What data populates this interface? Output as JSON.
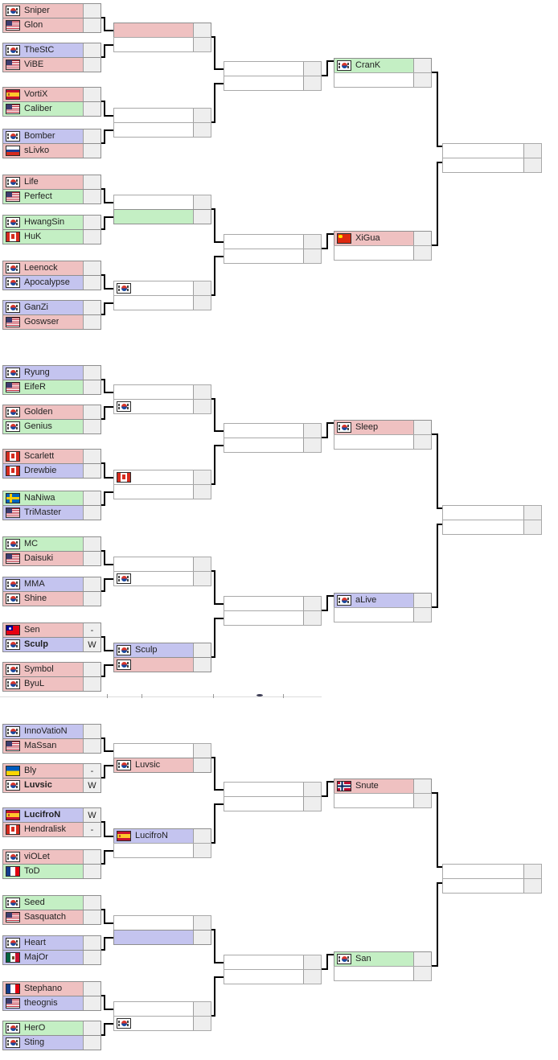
{
  "page": {
    "title": "SC2 single-elimination tournament bracket, three groups"
  },
  "colors": {
    "zerg_pink": "#efc1c1",
    "terran_purple": "#c4c4ef",
    "protoss_green": "#c4efc4",
    "empty_white": "#ffffff",
    "score_bg": "#eeeeee",
    "box_border": "#9a9a9a",
    "connector": "#000000"
  },
  "flag_legend": {
    "kr": "South Korea",
    "us": "USA",
    "es": "Spain",
    "ru": "Russia",
    "ca": "Canada",
    "se": "Sweden",
    "tw": "Taiwan",
    "ua": "Ukraine",
    "fr": "France",
    "mx": "Mexico",
    "cn": "China",
    "no": "Norway"
  },
  "sections": [
    {
      "r1": [
        {
          "top": {
            "name": "Sniper",
            "flag": "kr",
            "bg": "pink",
            "score": ""
          },
          "bottom": {
            "name": "Glon",
            "flag": "us",
            "bg": "pink",
            "score": ""
          }
        },
        {
          "top": {
            "name": "TheStC",
            "flag": "kr",
            "bg": "purple",
            "score": ""
          },
          "bottom": {
            "name": "ViBE",
            "flag": "us",
            "bg": "pink",
            "score": ""
          }
        },
        {
          "top": {
            "name": "VortiX",
            "flag": "es",
            "bg": "pink",
            "score": ""
          },
          "bottom": {
            "name": "Caliber",
            "flag": "us",
            "bg": "green",
            "score": ""
          }
        },
        {
          "top": {
            "name": "Bomber",
            "flag": "kr",
            "bg": "purple",
            "score": ""
          },
          "bottom": {
            "name": "sLivko",
            "flag": "ru",
            "bg": "pink",
            "score": ""
          }
        },
        {
          "top": {
            "name": "Life",
            "flag": "kr",
            "bg": "pink",
            "score": ""
          },
          "bottom": {
            "name": "Perfect",
            "flag": "us",
            "bg": "green",
            "score": ""
          }
        },
        {
          "top": {
            "name": "HwangSin",
            "flag": "kr",
            "bg": "green",
            "score": ""
          },
          "bottom": {
            "name": "HuK",
            "flag": "ca",
            "bg": "green",
            "score": ""
          }
        },
        {
          "top": {
            "name": "Leenock",
            "flag": "kr",
            "bg": "pink",
            "score": ""
          },
          "bottom": {
            "name": "Apocalypse",
            "flag": "kr",
            "bg": "purple",
            "score": ""
          }
        },
        {
          "top": {
            "name": "GanZi",
            "flag": "kr",
            "bg": "purple",
            "score": ""
          },
          "bottom": {
            "name": "Goswser",
            "flag": "us",
            "bg": "pink",
            "score": ""
          }
        }
      ],
      "r2": [
        {
          "top": {
            "name": "",
            "flag": "",
            "bg": "pink",
            "score": ""
          },
          "bottom": {
            "name": "",
            "flag": "",
            "bg": "white",
            "score": ""
          }
        },
        {
          "top": {
            "name": "",
            "flag": "",
            "bg": "white",
            "score": ""
          },
          "bottom": {
            "name": "",
            "flag": "",
            "bg": "white",
            "score": ""
          }
        },
        {
          "top": {
            "name": "",
            "flag": "",
            "bg": "white",
            "score": ""
          },
          "bottom": {
            "name": "",
            "flag": "",
            "bg": "green",
            "score": ""
          }
        },
        {
          "top": {
            "name": "",
            "flag": "kr",
            "bg": "white",
            "score": ""
          },
          "bottom": {
            "name": "",
            "flag": "",
            "bg": "white",
            "score": ""
          }
        }
      ],
      "r3": [
        {
          "top": {
            "name": "",
            "flag": "",
            "bg": "white",
            "score": ""
          },
          "bottom": {
            "name": "",
            "flag": "",
            "bg": "white",
            "score": ""
          }
        },
        {
          "top": {
            "name": "",
            "flag": "",
            "bg": "white",
            "score": ""
          },
          "bottom": {
            "name": "",
            "flag": "",
            "bg": "white",
            "score": ""
          }
        }
      ],
      "r4": [
        {
          "top": {
            "name": "CranK",
            "flag": "kr",
            "bg": "green",
            "score": ""
          },
          "bottom": {
            "name": "",
            "flag": "",
            "bg": "white",
            "score": ""
          }
        },
        {
          "top": {
            "name": "XiGua",
            "flag": "cn",
            "bg": "pink",
            "score": ""
          },
          "bottom": {
            "name": "",
            "flag": "",
            "bg": "white",
            "score": ""
          }
        }
      ],
      "final": [
        {
          "top": {
            "name": "",
            "flag": "",
            "bg": "white",
            "score": ""
          },
          "bottom": {
            "name": "",
            "flag": "",
            "bg": "white",
            "score": ""
          }
        }
      ]
    },
    {
      "r1": [
        {
          "top": {
            "name": "Ryung",
            "flag": "kr",
            "bg": "purple",
            "score": ""
          },
          "bottom": {
            "name": "EifeR",
            "flag": "us",
            "bg": "green",
            "score": ""
          }
        },
        {
          "top": {
            "name": "Golden",
            "flag": "kr",
            "bg": "pink",
            "score": ""
          },
          "bottom": {
            "name": "Genius",
            "flag": "kr",
            "bg": "green",
            "score": ""
          }
        },
        {
          "top": {
            "name": "Scarlett",
            "flag": "ca",
            "bg": "pink",
            "score": ""
          },
          "bottom": {
            "name": "Drewbie",
            "flag": "ca",
            "bg": "purple",
            "score": ""
          }
        },
        {
          "top": {
            "name": "NaNiwa",
            "flag": "se",
            "bg": "green",
            "score": ""
          },
          "bottom": {
            "name": "TriMaster",
            "flag": "us",
            "bg": "purple",
            "score": ""
          }
        },
        {
          "top": {
            "name": "MC",
            "flag": "kr",
            "bg": "green",
            "score": ""
          },
          "bottom": {
            "name": "Daisuki",
            "flag": "us",
            "bg": "pink",
            "score": ""
          }
        },
        {
          "top": {
            "name": "MMA",
            "flag": "kr",
            "bg": "purple",
            "score": ""
          },
          "bottom": {
            "name": "Shine",
            "flag": "kr",
            "bg": "pink",
            "score": ""
          }
        },
        {
          "top": {
            "name": "Sen",
            "flag": "tw",
            "bg": "pink",
            "score": "-"
          },
          "bottom": {
            "name": "Sculp",
            "flag": "kr",
            "bg": "purple",
            "score": "W",
            "bold": true
          }
        },
        {
          "top": {
            "name": "Symbol",
            "flag": "kr",
            "bg": "pink",
            "score": ""
          },
          "bottom": {
            "name": "ByuL",
            "flag": "kr",
            "bg": "pink",
            "score": ""
          }
        }
      ],
      "r2": [
        {
          "top": {
            "name": "",
            "flag": "",
            "bg": "white",
            "score": ""
          },
          "bottom": {
            "name": "",
            "flag": "kr",
            "bg": "white",
            "score": ""
          }
        },
        {
          "top": {
            "name": "",
            "flag": "ca",
            "bg": "white",
            "score": ""
          },
          "bottom": {
            "name": "",
            "flag": "",
            "bg": "white",
            "score": ""
          }
        },
        {
          "top": {
            "name": "",
            "flag": "",
            "bg": "white",
            "score": ""
          },
          "bottom": {
            "name": "",
            "flag": "kr",
            "bg": "white",
            "score": ""
          }
        },
        {
          "top": {
            "name": "Sculp",
            "flag": "kr",
            "bg": "purple",
            "score": ""
          },
          "bottom": {
            "name": "",
            "flag": "kr",
            "bg": "pink",
            "score": ""
          }
        }
      ],
      "r3": [
        {
          "top": {
            "name": "",
            "flag": "",
            "bg": "white",
            "score": ""
          },
          "bottom": {
            "name": "",
            "flag": "",
            "bg": "white",
            "score": ""
          }
        },
        {
          "top": {
            "name": "",
            "flag": "",
            "bg": "white",
            "score": ""
          },
          "bottom": {
            "name": "",
            "flag": "",
            "bg": "white",
            "score": ""
          }
        }
      ],
      "r4": [
        {
          "top": {
            "name": "Sleep",
            "flag": "kr",
            "bg": "pink",
            "score": ""
          },
          "bottom": {
            "name": "",
            "flag": "",
            "bg": "white",
            "score": ""
          }
        },
        {
          "top": {
            "name": "aLive",
            "flag": "kr",
            "bg": "purple",
            "score": ""
          },
          "bottom": {
            "name": "",
            "flag": "",
            "bg": "white",
            "score": ""
          }
        }
      ],
      "final": [
        {
          "top": {
            "name": "",
            "flag": "",
            "bg": "white",
            "score": ""
          },
          "bottom": {
            "name": "",
            "flag": "",
            "bg": "white",
            "score": ""
          }
        }
      ]
    },
    {
      "r1": [
        {
          "top": {
            "name": "InnoVatioN",
            "flag": "kr",
            "bg": "purple",
            "score": ""
          },
          "bottom": {
            "name": "MaSsan",
            "flag": "us",
            "bg": "pink",
            "score": ""
          }
        },
        {
          "top": {
            "name": "Bly",
            "flag": "ua",
            "bg": "pink",
            "score": "-"
          },
          "bottom": {
            "name": "Luvsic",
            "flag": "kr",
            "bg": "pink",
            "score": "W",
            "bold": true
          }
        },
        {
          "top": {
            "name": "LucifroN",
            "flag": "es",
            "bg": "purple",
            "score": "W",
            "bold": true
          },
          "bottom": {
            "name": "Hendralisk",
            "flag": "ca",
            "bg": "pink",
            "score": "-"
          }
        },
        {
          "top": {
            "name": "viOLet",
            "flag": "kr",
            "bg": "pink",
            "score": ""
          },
          "bottom": {
            "name": "ToD",
            "flag": "fr",
            "bg": "green",
            "score": ""
          }
        },
        {
          "top": {
            "name": "Seed",
            "flag": "kr",
            "bg": "green",
            "score": ""
          },
          "bottom": {
            "name": "Sasquatch",
            "flag": "us",
            "bg": "pink",
            "score": ""
          }
        },
        {
          "top": {
            "name": "Heart",
            "flag": "kr",
            "bg": "purple",
            "score": ""
          },
          "bottom": {
            "name": "MajOr",
            "flag": "mx",
            "bg": "purple",
            "score": ""
          }
        },
        {
          "top": {
            "name": "Stephano",
            "flag": "fr",
            "bg": "pink",
            "score": ""
          },
          "bottom": {
            "name": "theognis",
            "flag": "us",
            "bg": "purple",
            "score": ""
          }
        },
        {
          "top": {
            "name": "HerO",
            "flag": "kr",
            "bg": "green",
            "score": ""
          },
          "bottom": {
            "name": "Sting",
            "flag": "kr",
            "bg": "purple",
            "score": ""
          }
        }
      ],
      "r2": [
        {
          "top": {
            "name": "",
            "flag": "",
            "bg": "white",
            "score": ""
          },
          "bottom": {
            "name": "Luvsic",
            "flag": "kr",
            "bg": "pink",
            "score": ""
          }
        },
        {
          "top": {
            "name": "LucifroN",
            "flag": "es",
            "bg": "purple",
            "score": ""
          },
          "bottom": {
            "name": "",
            "flag": "",
            "bg": "white",
            "score": ""
          }
        },
        {
          "top": {
            "name": "",
            "flag": "",
            "bg": "white",
            "score": ""
          },
          "bottom": {
            "name": "",
            "flag": "",
            "bg": "purple",
            "score": ""
          }
        },
        {
          "top": {
            "name": "",
            "flag": "",
            "bg": "white",
            "score": ""
          },
          "bottom": {
            "name": "",
            "flag": "kr",
            "bg": "white",
            "score": ""
          }
        }
      ],
      "r3": [
        {
          "top": {
            "name": "",
            "flag": "",
            "bg": "white",
            "score": ""
          },
          "bottom": {
            "name": "",
            "flag": "",
            "bg": "white",
            "score": ""
          }
        },
        {
          "top": {
            "name": "",
            "flag": "",
            "bg": "white",
            "score": ""
          },
          "bottom": {
            "name": "",
            "flag": "",
            "bg": "white",
            "score": ""
          }
        }
      ],
      "r4": [
        {
          "top": {
            "name": "Snute",
            "flag": "no",
            "bg": "pink",
            "score": ""
          },
          "bottom": {
            "name": "",
            "flag": "",
            "bg": "white",
            "score": ""
          }
        },
        {
          "top": {
            "name": "San",
            "flag": "kr",
            "bg": "green",
            "score": ""
          },
          "bottom": {
            "name": "",
            "flag": "",
            "bg": "white",
            "score": ""
          }
        }
      ],
      "final": [
        {
          "top": {
            "name": "",
            "flag": "",
            "bg": "white",
            "score": ""
          },
          "bottom": {
            "name": "",
            "flag": "",
            "bg": "white",
            "score": ""
          }
        }
      ]
    }
  ]
}
